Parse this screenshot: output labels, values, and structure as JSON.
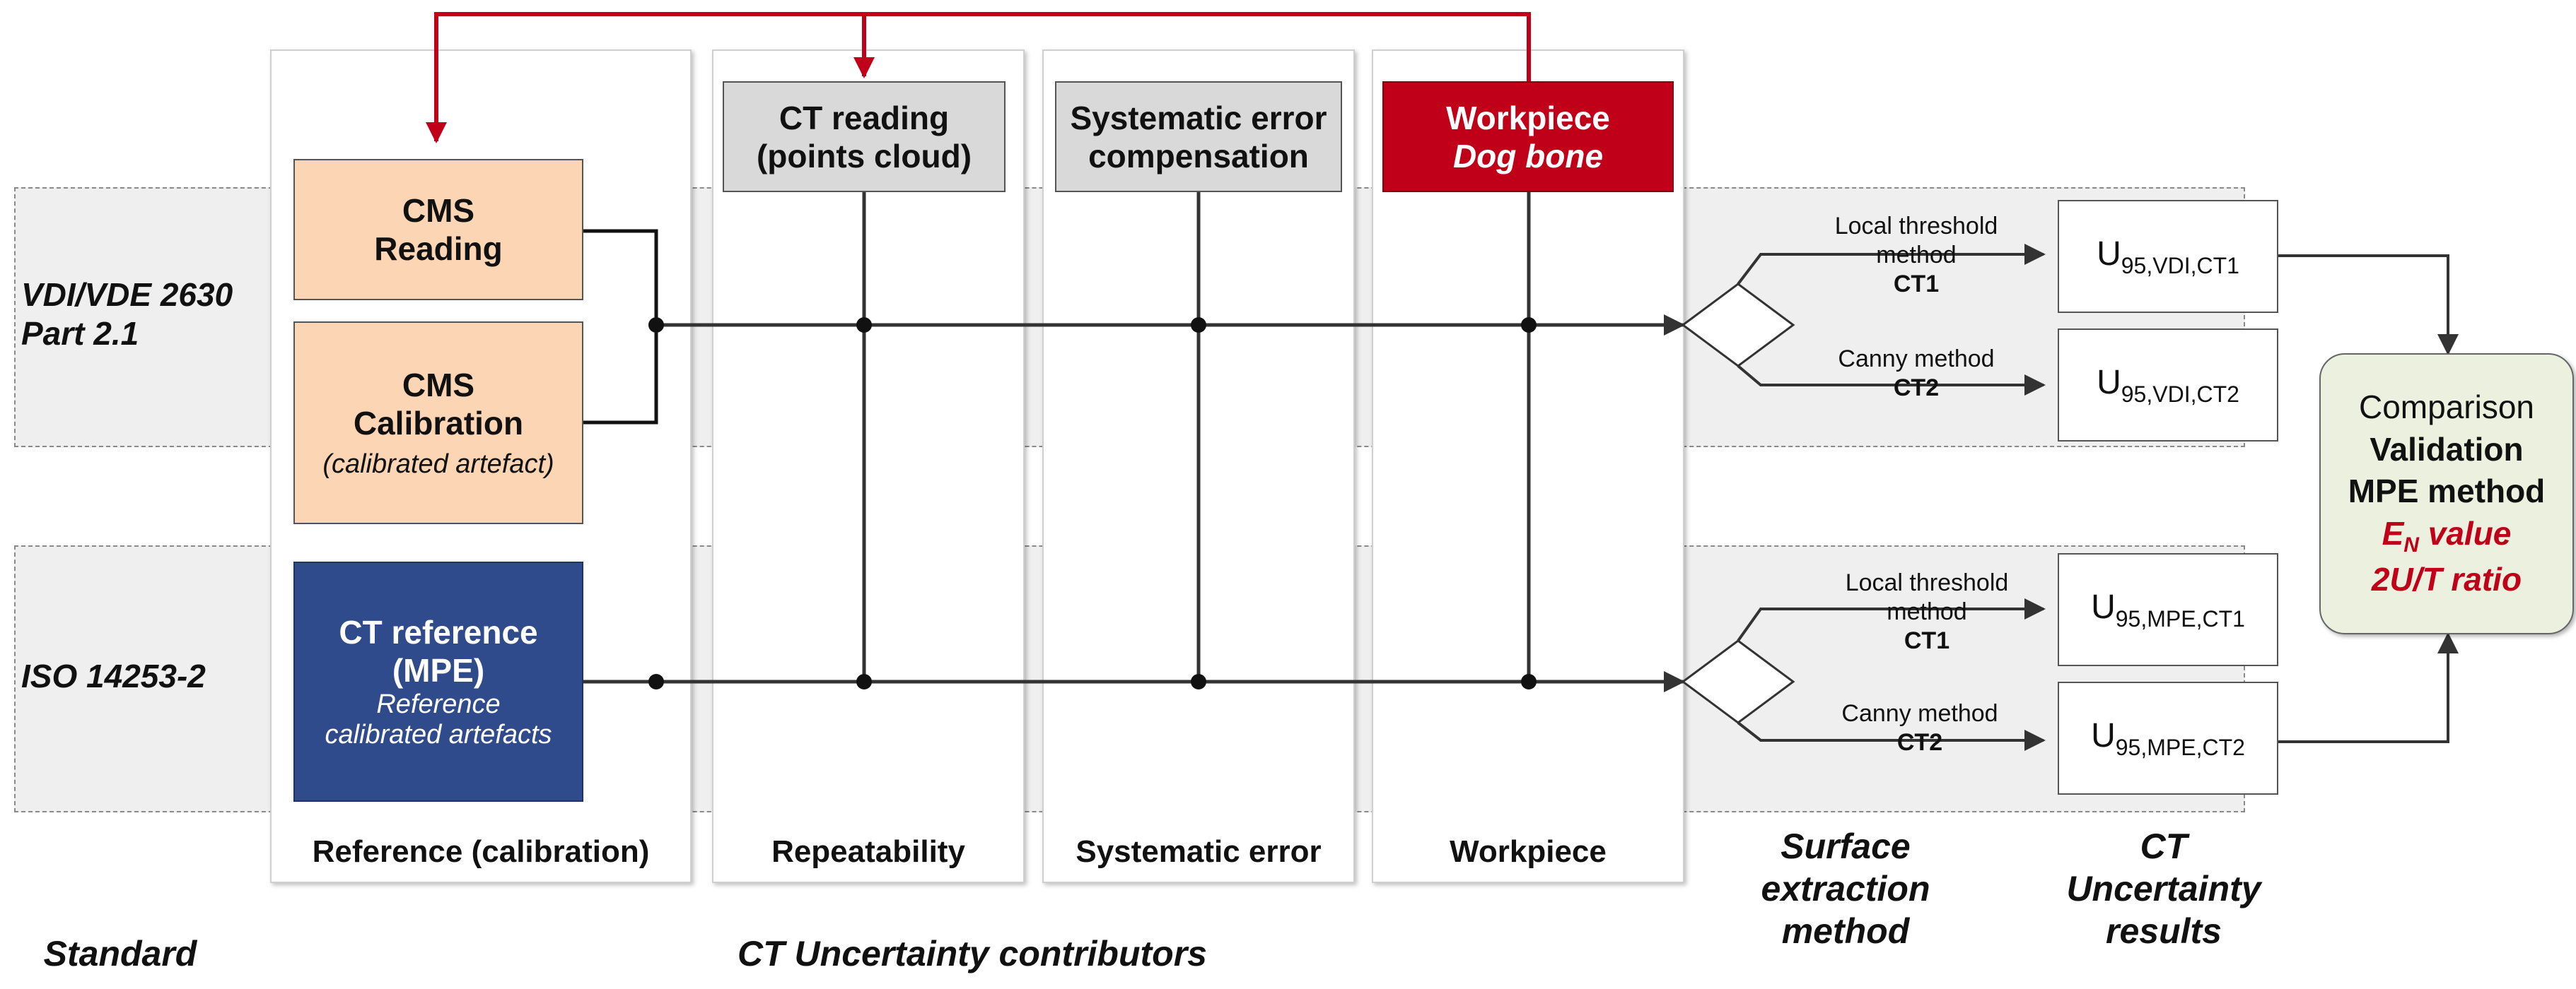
{
  "columns": {
    "reference": "Reference (calibration)",
    "repeatability": "Repeatability",
    "systematic": "Systematic error",
    "workpiece": "Workpiece"
  },
  "standards": {
    "vdi_line1": "VDI/VDE 2630",
    "vdi_line2": "Part 2.1",
    "iso": "ISO 14253-2"
  },
  "boxes": {
    "cms_reading": [
      "CMS",
      "Reading"
    ],
    "cms_calibration": [
      "CMS",
      "Calibration",
      "(calibrated artefact)"
    ],
    "ct_reference": [
      "CT reference",
      "(MPE)",
      "Reference",
      "calibrated artefacts"
    ],
    "ct_reading": [
      "CT reading",
      "(points cloud)"
    ],
    "systematic_comp": [
      "Systematic error",
      "compensation"
    ],
    "workpiece": [
      "Workpiece",
      "Dog bone"
    ]
  },
  "methods": {
    "local_threshold": [
      "Local threshold",
      "method"
    ],
    "canny": "Canny method",
    "ct1": "CT1",
    "ct2": "CT2"
  },
  "results": [
    {
      "base": "U",
      "sub": "95,VDI,CT1"
    },
    {
      "base": "U",
      "sub": "95,VDI,CT2"
    },
    {
      "base": "U",
      "sub": "95,MPE,CT1"
    },
    {
      "base": "U",
      "sub": "95,MPE,CT2"
    }
  ],
  "comparison": {
    "line1": "Comparison",
    "line2": "Validation",
    "line3": "MPE method",
    "en_base": "E",
    "en_sub": "N",
    "en_rest": " value",
    "ratio": "2U/T ratio"
  },
  "bottom_labels": {
    "standard": "Standard",
    "contributors": "CT Uncertainty contributors",
    "surface": [
      "Surface",
      "extraction",
      "method"
    ],
    "results": [
      "CT",
      "Uncertainty",
      "results"
    ]
  },
  "colors": {
    "arrow_red": "#c00018",
    "orange": "#fcd5b5",
    "grey": "#d9d9d9",
    "blue": "#2f4b8b",
    "green": "#ebf1de"
  }
}
